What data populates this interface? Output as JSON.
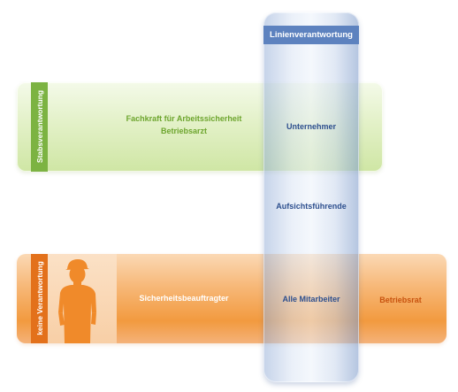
{
  "stab": {
    "label": "Stabsverantwortung",
    "line1": "Fachkraft für Arbeitssicherheit",
    "line2": "Betriebsarzt"
  },
  "keine": {
    "label": "keine Verantwortung",
    "main": "Sicherheitsbeauftragter",
    "right": "Betriebsrat"
  },
  "linie": {
    "header": "Linienverantwortung",
    "items": [
      "Unternehmer",
      "Aufsichtsführende",
      "Alle Mitarbeiter"
    ]
  },
  "colors": {
    "green": "#7cb342",
    "orange": "#e3711b",
    "blue": "#5d82bf",
    "text_blue": "#2d4f8e"
  }
}
